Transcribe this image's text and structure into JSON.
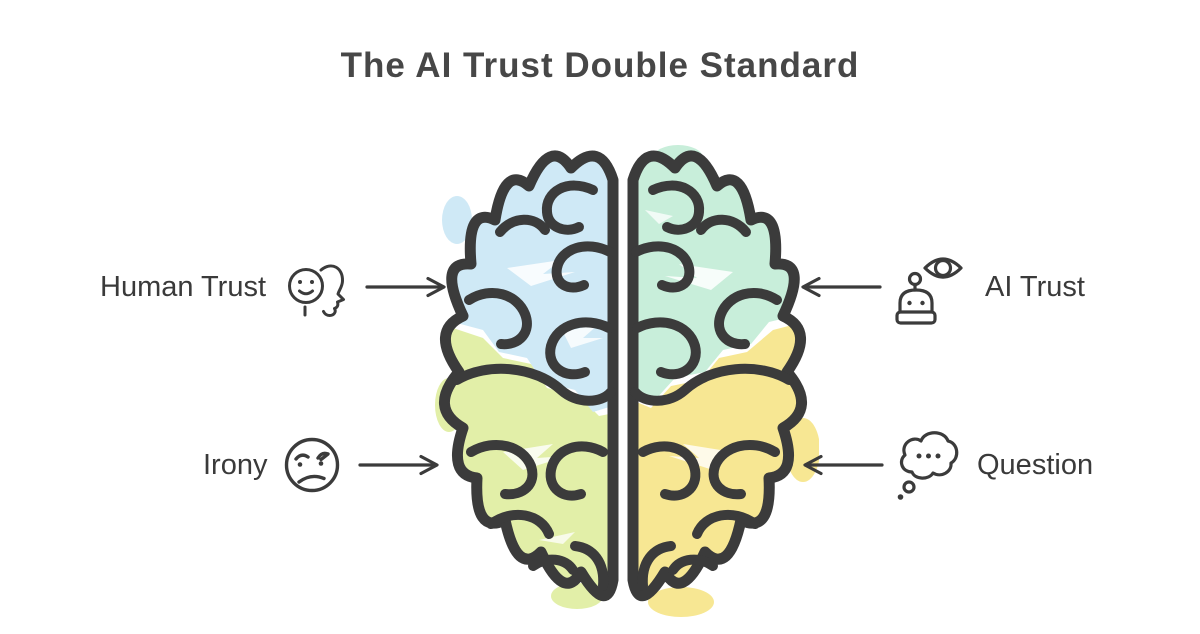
{
  "title": "The AI Trust Double Standard",
  "callouts": [
    {
      "id": "human-trust",
      "label": "Human Trust",
      "side": "left",
      "row": "top",
      "icon": "face-and-head-profile-icon",
      "arrow": "arrow-right-icon"
    },
    {
      "id": "ai-trust",
      "label": "AI Trust",
      "side": "right",
      "row": "top",
      "icon": "robot-and-eye-icon",
      "arrow": "arrow-left-icon"
    },
    {
      "id": "irony",
      "label": "Irony",
      "side": "left",
      "row": "bottom",
      "icon": "annoyed-face-icon",
      "arrow": "arrow-right-icon"
    },
    {
      "id": "question",
      "label": "Question",
      "side": "right",
      "row": "bottom",
      "icon": "thought-bubble-icon",
      "arrow": "arrow-left-icon"
    }
  ],
  "brain": {
    "illustration": "brain-top-view",
    "regions": [
      {
        "position": "top-left",
        "color": "#cfe9f6"
      },
      {
        "position": "top-right",
        "color": "#c8eeda"
      },
      {
        "position": "bottom-left",
        "color": "#e2efa8"
      },
      {
        "position": "bottom-right",
        "color": "#f7e793"
      }
    ]
  },
  "colors": {
    "outline": "#3b3b3b",
    "text": "#3a3a3a",
    "title": "#474747",
    "quadrant_top_left": "#cfe9f6",
    "quadrant_top_right": "#c8eeda",
    "quadrant_bottom_left": "#e2efa8",
    "quadrant_bottom_right": "#f7e793",
    "background": "#ffffff"
  }
}
